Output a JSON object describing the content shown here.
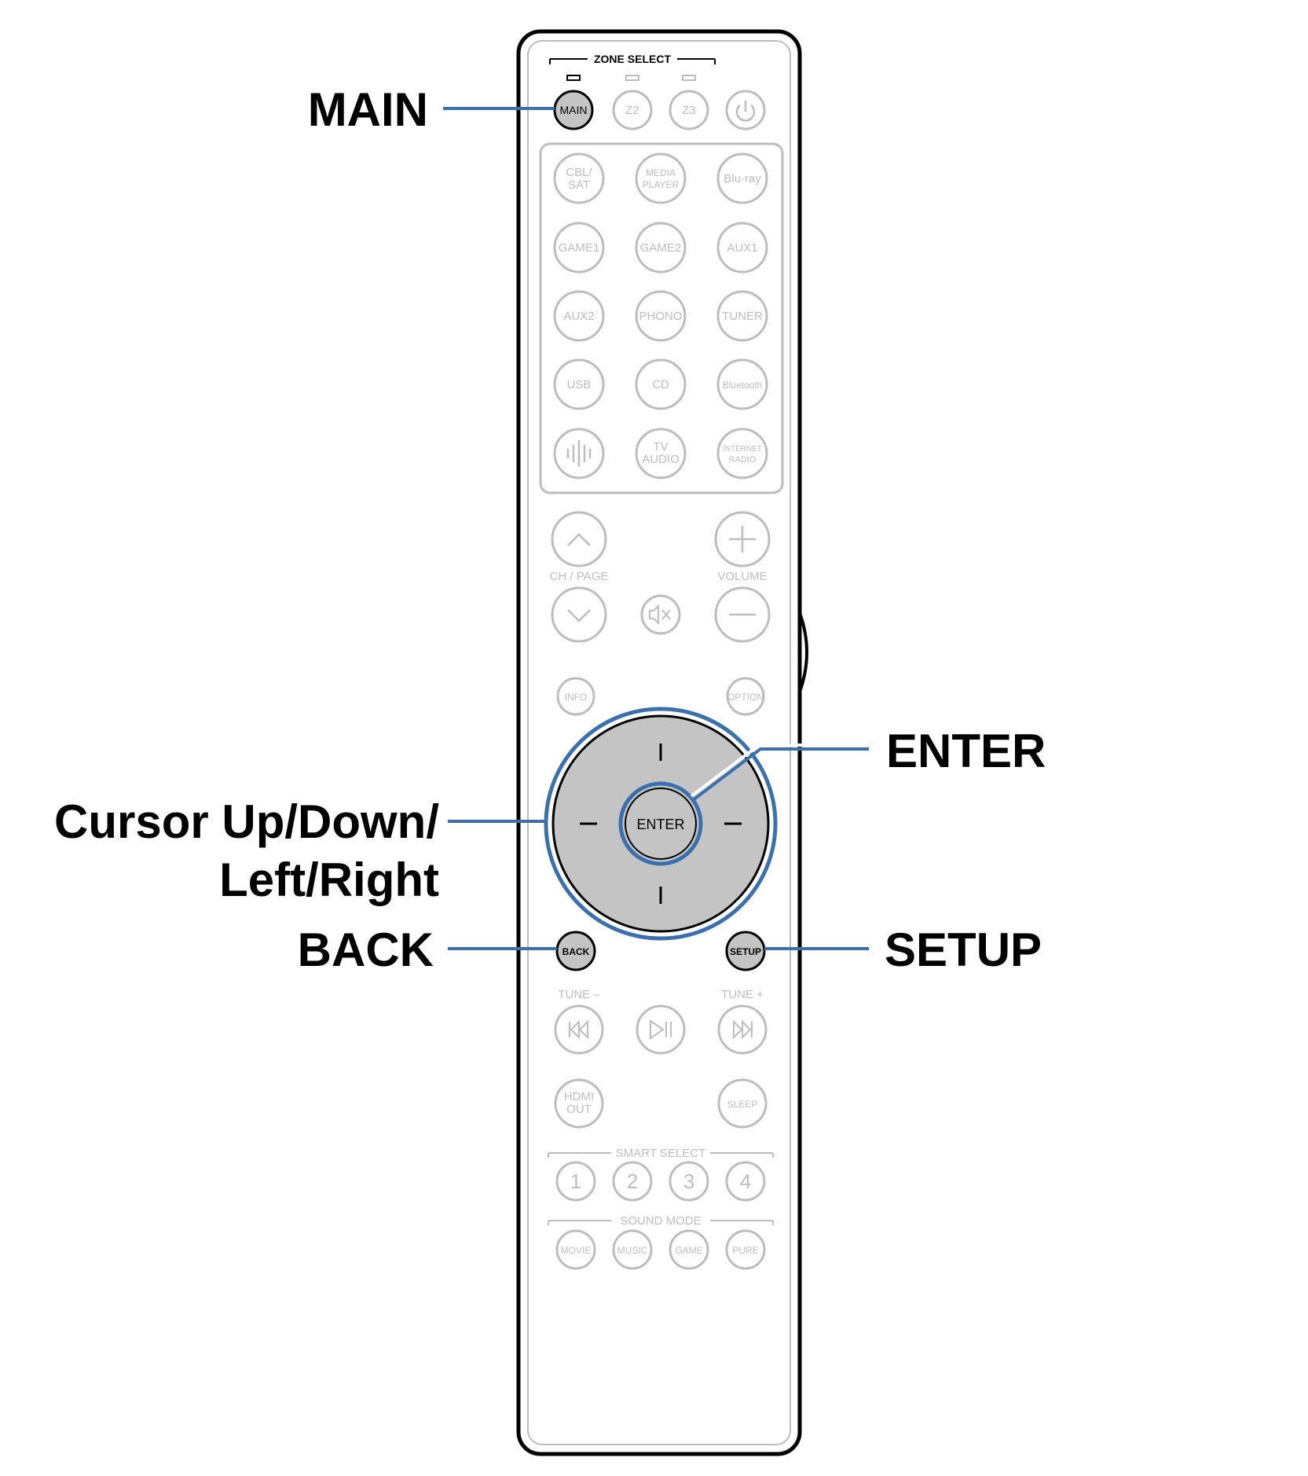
{
  "callouts": {
    "main": "MAIN",
    "enter": "ENTER",
    "cursor_line1": "Cursor Up/Down/",
    "cursor_line2": "Left/Right",
    "back": "BACK",
    "setup": "SETUP"
  },
  "zone_select": {
    "title": "ZONE SELECT",
    "main": "MAIN",
    "z2": "Z2",
    "z3": "Z3"
  },
  "source_buttons": {
    "cbl_1": "CBL/",
    "cbl_2": "SAT",
    "media_1": "MEDIA",
    "media_2": "PLAYER",
    "bluray": "Blu-ray",
    "game1": "GAME1",
    "game2": "GAME2",
    "aux1": "AUX1",
    "aux2": "AUX2",
    "phono": "PHONO",
    "tuner": "TUNER",
    "usb": "USB",
    "cd": "CD",
    "bluetooth": "Bluetooth",
    "tvaudio_1": "TV",
    "tvaudio_2": "AUDIO",
    "inet_1": "INTERNET",
    "inet_2": "RADIO"
  },
  "controls": {
    "ch_page": "CH / PAGE",
    "volume": "VOLUME",
    "info": "INFO",
    "option": "OPTION",
    "enter": "ENTER",
    "back": "BACK",
    "setup": "SETUP",
    "tune_minus": "TUNE –",
    "tune_plus": "TUNE +",
    "hdmi_1": "HDMI",
    "hdmi_2": "OUT",
    "sleep": "SLEEP"
  },
  "smart_select": {
    "title": "SMART SELECT",
    "b1": "1",
    "b2": "2",
    "b3": "3",
    "b4": "4"
  },
  "sound_mode": {
    "title": "SOUND MODE",
    "movie": "MOVIE",
    "music": "MUSIC",
    "game": "GAME",
    "pure": "PURE"
  },
  "colors": {
    "callout_line": "#3a6fb0",
    "body_outline": "#000000",
    "inactive_gray": "#bdbdbd",
    "highlight_fill": "#c4c4c4"
  }
}
